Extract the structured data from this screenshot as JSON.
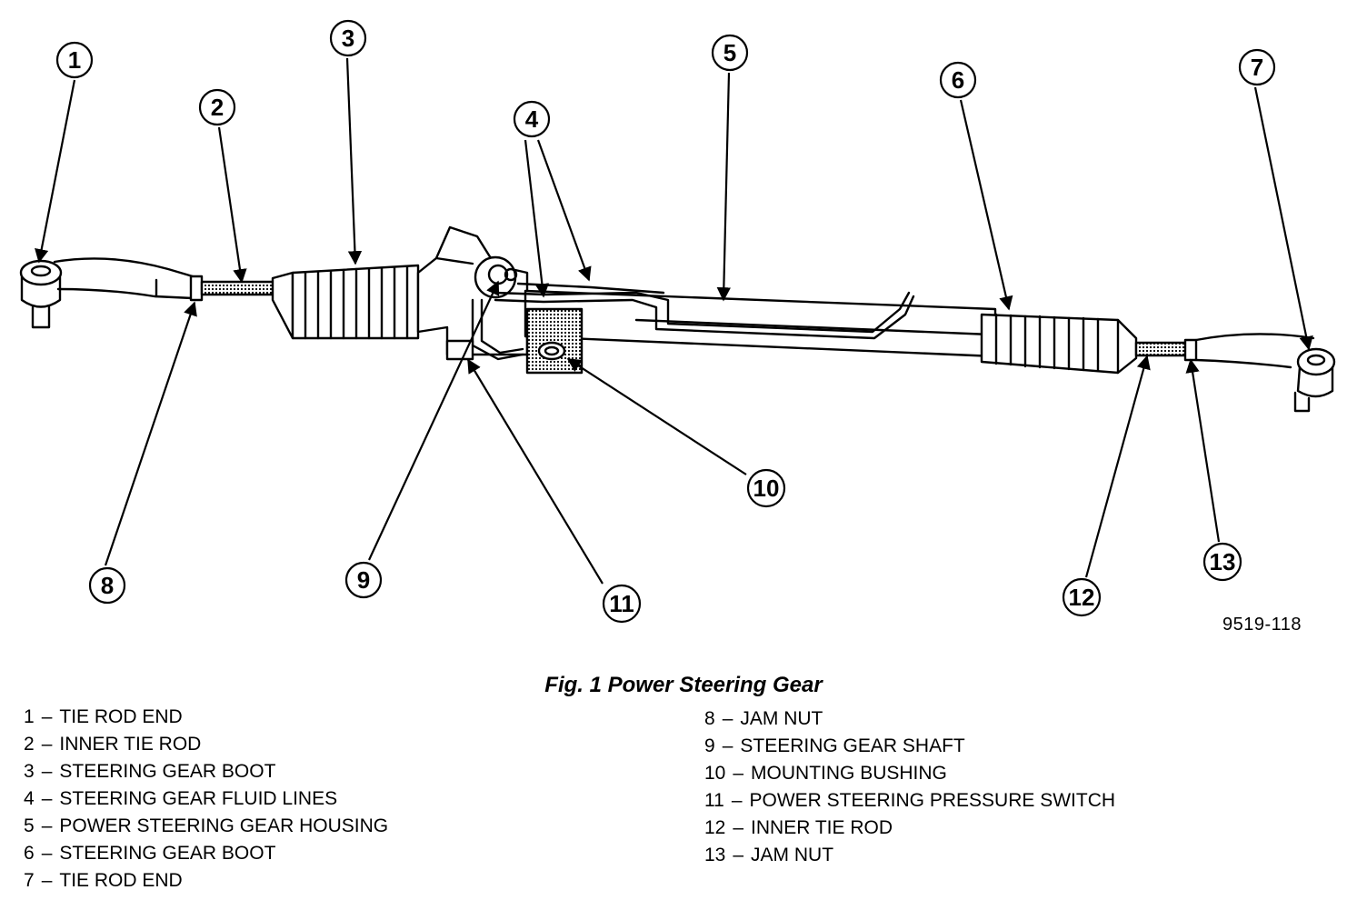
{
  "callouts": [
    {
      "num": "1"
    },
    {
      "num": "2"
    },
    {
      "num": "3"
    },
    {
      "num": "4"
    },
    {
      "num": "5"
    },
    {
      "num": "6"
    },
    {
      "num": "7"
    },
    {
      "num": "8"
    },
    {
      "num": "9"
    },
    {
      "num": "10"
    },
    {
      "num": "11"
    },
    {
      "num": "12"
    },
    {
      "num": "13"
    }
  ],
  "figure_id": "9519-118",
  "caption": "Fig. 1 Power Steering Gear",
  "legend": {
    "separator": "–",
    "left": [
      {
        "num": "1",
        "label": "TIE ROD END"
      },
      {
        "num": "2",
        "label": "INNER TIE ROD"
      },
      {
        "num": "3",
        "label": "STEERING GEAR BOOT"
      },
      {
        "num": "4",
        "label": "STEERING GEAR FLUID LINES"
      },
      {
        "num": "5",
        "label": "POWER STEERING GEAR HOUSING"
      },
      {
        "num": "6",
        "label": "STEERING GEAR BOOT"
      },
      {
        "num": "7",
        "label": "TIE ROD END"
      }
    ],
    "right": [
      {
        "num": "8",
        "label": "JAM NUT"
      },
      {
        "num": "9",
        "label": "STEERING GEAR SHAFT"
      },
      {
        "num": "10",
        "label": "MOUNTING BUSHING"
      },
      {
        "num": "11",
        "label": "POWER STEERING PRESSURE SWITCH"
      },
      {
        "num": "12",
        "label": "INNER TIE ROD"
      },
      {
        "num": "13",
        "label": "JAM NUT"
      }
    ]
  }
}
